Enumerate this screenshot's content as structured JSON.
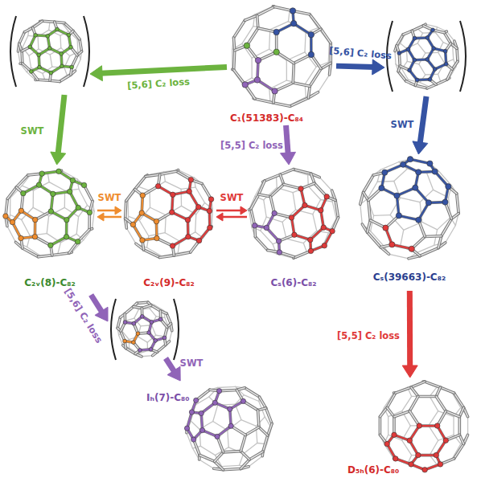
{
  "diagram": {
    "nodes": [
      {
        "text": [
          "C₁(51383)-C₈₄"
        ]
      },
      {
        "text": [
          "C₂ᵥ(8)-C₈₂"
        ]
      },
      {
        "text": [
          "C₂ᵥ(9)-C₈₂"
        ]
      },
      {
        "text": [
          "Cₛ(6)-C₈₂"
        ]
      },
      {
        "text": [
          "Cₛ(39663)-C₈₂"
        ]
      },
      {
        "text": [
          "Iₕ(7)-C₈₀"
        ]
      },
      {
        "text": [
          "D₅ₕ(6)-C₈₀"
        ]
      }
    ],
    "edges": [
      {
        "from": 0,
        "to": 1,
        "arrow": "to",
        "label": "[5,6] C₂ loss"
      },
      {
        "from": 0,
        "to": 3,
        "arrow": "to",
        "label": "[5,5] C₂ loss"
      },
      {
        "from": 0,
        "to": 4,
        "arrow": "to",
        "label": "[5,6] C₂ loss"
      },
      {
        "from": 1,
        "to": 2,
        "arrow": "both",
        "label": "SWT"
      },
      {
        "from": 2,
        "to": 3,
        "arrow": "both",
        "label": "SWT"
      },
      {
        "from": 1,
        "to": 5,
        "arrow": "to",
        "label": "[5,6] C₂ loss"
      },
      {
        "from": 4,
        "to": 6,
        "arrow": "to",
        "label": "[5,5] C₂ loss"
      }
    ],
    "labels": [
      "SWT",
      "SWT",
      "SWT"
    ]
  }
}
